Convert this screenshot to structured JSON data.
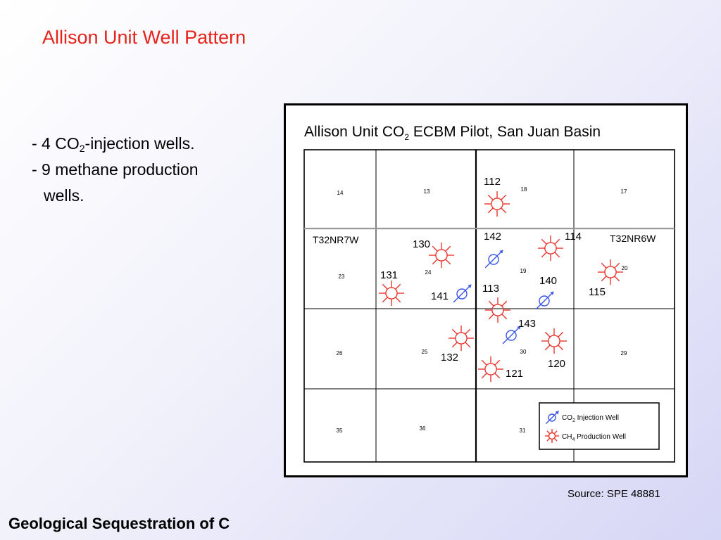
{
  "slide": {
    "title": "Allison Unit Well Pattern",
    "bullets": {
      "b1_pre": "- 4 CO",
      "b1_sub": "2",
      "b1_post": "-injection wells.",
      "b2_line1": "- 9 methane production",
      "b2_line2": "wells."
    },
    "source": "Source: SPE 48881",
    "footer": "Geological Sequestration of C"
  },
  "map": {
    "title_pre": "Allison Unit CO",
    "title_sub": "2",
    "title_post": " ECBM Pilot, San Juan Basin",
    "townships": [
      "T32NR7W",
      "T32NR6W"
    ],
    "sections": [
      "14",
      "13",
      "18",
      "17",
      "23",
      "24",
      "19",
      "20",
      "26",
      "25",
      "30",
      "29",
      "35",
      "36",
      "31"
    ],
    "injection_wells": [
      "142",
      "141",
      "140",
      "143"
    ],
    "production_wells": [
      "112",
      "130",
      "114",
      "131",
      "113",
      "115",
      "132",
      "120",
      "121"
    ],
    "legend": {
      "injection_pre": "CO",
      "injection_sub": "2",
      "injection_post": " Injection Well",
      "production_pre": "CH",
      "production_sub": "4",
      "production_post": " Production Well"
    },
    "colors": {
      "injection": "#3b55e6",
      "production": "#e8362e",
      "grid": "#000000"
    }
  }
}
